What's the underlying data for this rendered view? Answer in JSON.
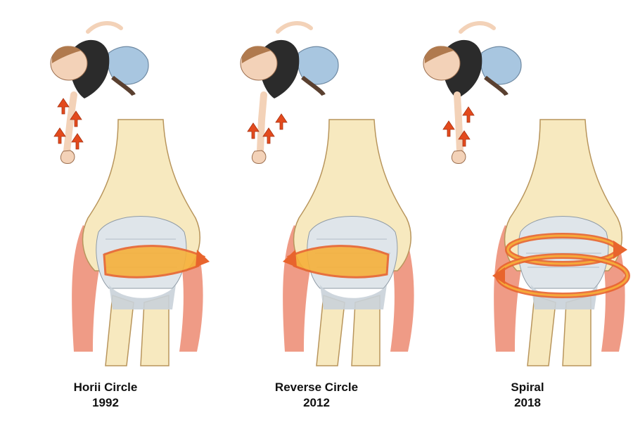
{
  "panels": [
    {
      "name": "Horii Circle",
      "year": "1992",
      "pattern": "circle",
      "arrow_direction": "clockwise"
    },
    {
      "name": "Reverse Circle",
      "year": "2012",
      "pattern": "reverse-circle",
      "arrow_direction": "counter-clockwise"
    },
    {
      "name": "Spiral",
      "year": "2018",
      "pattern": "spiral",
      "arrow_direction": "spiral"
    }
  ],
  "colors": {
    "bone": "#f7e9bf",
    "bone_outline": "#b8955c",
    "cartilage": "#dfe5ea",
    "ligament": "#c9d1d9",
    "muscle": "#e97a5e",
    "arrow": "#e8642d",
    "arrow_highlight": "#f6b03a",
    "shirt": "#2b2b2b",
    "pants": "#a8c6e0",
    "skin": "#f3d2b8",
    "hair": "#b07a4e",
    "force_arrow": "#e34a1d"
  },
  "icons": [
    "patient-figure",
    "force-arrow-icon",
    "elbow-joint",
    "rotation-arrow-icon"
  ]
}
